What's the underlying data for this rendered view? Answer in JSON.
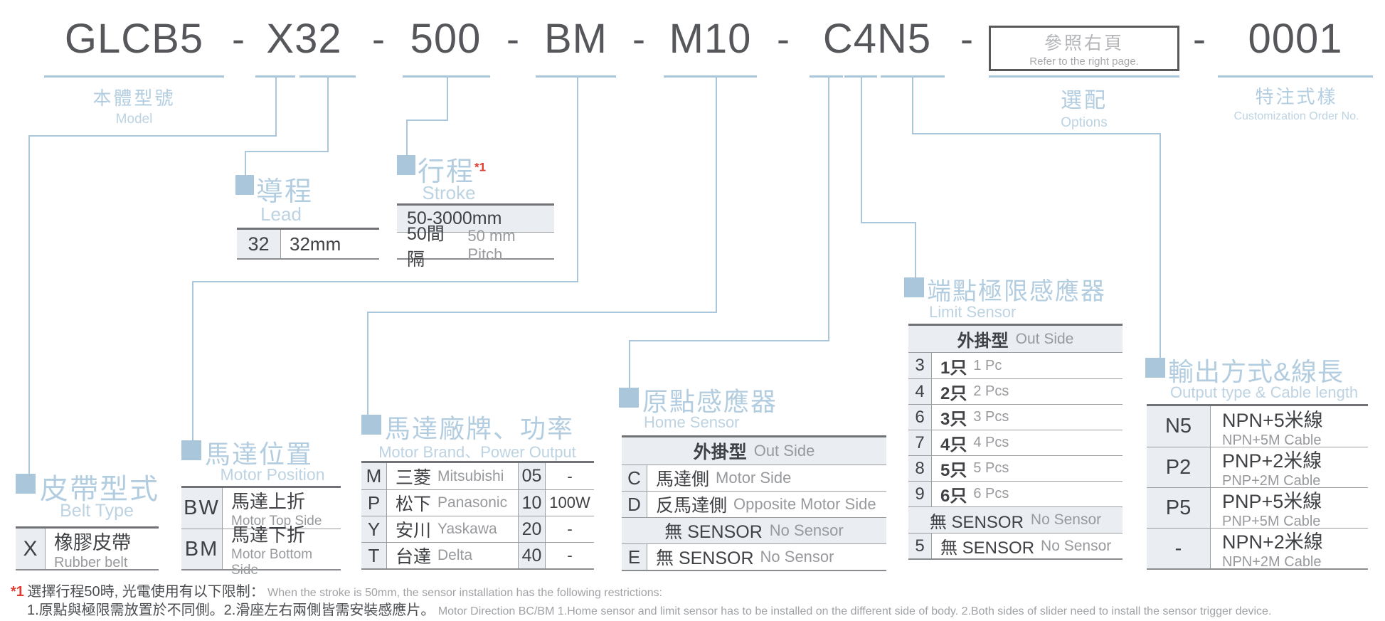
{
  "colors": {
    "accent_blue": "#a9c6db",
    "title_dark": "#55575a",
    "table_dark": "#3f4144",
    "gray_text": "#97999c",
    "cell_bg": "#eaeef3",
    "red": "#e03c31"
  },
  "title": {
    "separator": "-",
    "segments": [
      "GLCB5",
      "X32",
      "500",
      "BM",
      "M10",
      "C4N5"
    ],
    "options_box": {
      "zh": "參照右頁",
      "en": "Refer to the right page."
    },
    "serial": "0001",
    "labels": {
      "model": {
        "zh": "本體型號",
        "en": "Model"
      },
      "options": {
        "zh": "選配",
        "en": "Options"
      },
      "custom": {
        "zh": "特注式樣",
        "en": "Customization Order No."
      }
    }
  },
  "belt_type": {
    "title_zh": "皮帶型式",
    "title_en": "Belt Type",
    "rows": [
      {
        "code": "X",
        "zh": "橡膠皮帶",
        "en": "Rubber belt"
      }
    ]
  },
  "lead": {
    "title_zh": "導程",
    "title_en": "Lead",
    "rows": [
      {
        "code": "32",
        "value": "32mm"
      }
    ]
  },
  "stroke": {
    "title_zh": "行程",
    "footnote_ref": "*1",
    "title_en": "Stroke",
    "range": "50-3000mm",
    "pitch_zh": "50間隔",
    "pitch_en": "50 mm Pitch"
  },
  "motor_position": {
    "title_zh": "馬達位置",
    "title_en": "Motor Position",
    "rows": [
      {
        "code": "BW",
        "zh": "馬達上折",
        "en": "Motor Top Side"
      },
      {
        "code": "BM",
        "zh": "馬達下折",
        "en": "Motor Bottom Side"
      }
    ]
  },
  "motor_brand": {
    "title_zh": "馬達廠牌、功率",
    "title_en": "Motor Brand、Power Output",
    "rows": [
      {
        "code": "M",
        "zh": "三菱",
        "en": "Mitsubishi",
        "power_code": "05",
        "power": "-"
      },
      {
        "code": "P",
        "zh": "松下",
        "en": "Panasonic",
        "power_code": "10",
        "power": "100W"
      },
      {
        "code": "Y",
        "zh": "安川",
        "en": "Yaskawa",
        "power_code": "20",
        "power": "-"
      },
      {
        "code": "T",
        "zh": "台達",
        "en": "Delta",
        "power_code": "40",
        "power": "-"
      }
    ]
  },
  "home_sensor": {
    "title_zh": "原點感應器",
    "title_en": "Home Sensor",
    "group1_zh": "外掛型",
    "group1_en": "Out Side",
    "rows": [
      {
        "code": "C",
        "zh": "馬達側",
        "en": "Motor Side"
      },
      {
        "code": "D",
        "zh": "反馬達側",
        "en": "Opposite Motor Side"
      }
    ],
    "group2_zh": "無 SENSOR",
    "group2_en": "No Sensor",
    "rows2": [
      {
        "code": "E",
        "zh": "無 SENSOR",
        "en": "No Sensor"
      }
    ]
  },
  "limit_sensor": {
    "title_zh": "端點極限感應器",
    "title_en": "Limit Sensor",
    "group1_zh": "外掛型",
    "group1_en": "Out Side",
    "rows": [
      {
        "code": "3",
        "zh": "1只",
        "en": "1 Pc"
      },
      {
        "code": "4",
        "zh": "2只",
        "en": "2 Pcs"
      },
      {
        "code": "6",
        "zh": "3只",
        "en": "3 Pcs"
      },
      {
        "code": "7",
        "zh": "4只",
        "en": "4 Pcs"
      },
      {
        "code": "8",
        "zh": "5只",
        "en": "5 Pcs"
      },
      {
        "code": "9",
        "zh": "6只",
        "en": "6 Pcs"
      }
    ],
    "group2_zh": "無 SENSOR",
    "group2_en": "No Sensor",
    "rows2": [
      {
        "code": "5",
        "zh": "無 SENSOR",
        "en": "No Sensor"
      }
    ]
  },
  "output": {
    "title_zh": "輸出方式&線長",
    "title_en": "Output type & Cable length",
    "rows": [
      {
        "code": "N5",
        "zh": "NPN+5米線",
        "en": "NPN+5M Cable"
      },
      {
        "code": "P2",
        "zh": "PNP+2米線",
        "en": "PNP+2M Cable"
      },
      {
        "code": "P5",
        "zh": "PNP+5米線",
        "en": "PNP+5M Cable"
      },
      {
        "code": "-",
        "zh": "NPN+2米線",
        "en": "NPN+2M Cable"
      }
    ]
  },
  "footnote": {
    "ref": "*1",
    "line1_zh": "選擇行程50時, 光電使用有以下限制：",
    "line1_en": "When the stroke is 50mm, the sensor installation has  the following restrictions:",
    "line2_zh": "1.原點與極限需放置於不同側。2.滑座左右兩側皆需安裝感應片。",
    "line2_en": "Motor Direction BC/BM 1.Home sensor and limit sensor has to be installed on the different side of body.  2.Both sides of slider need to install the sensor trigger device."
  }
}
